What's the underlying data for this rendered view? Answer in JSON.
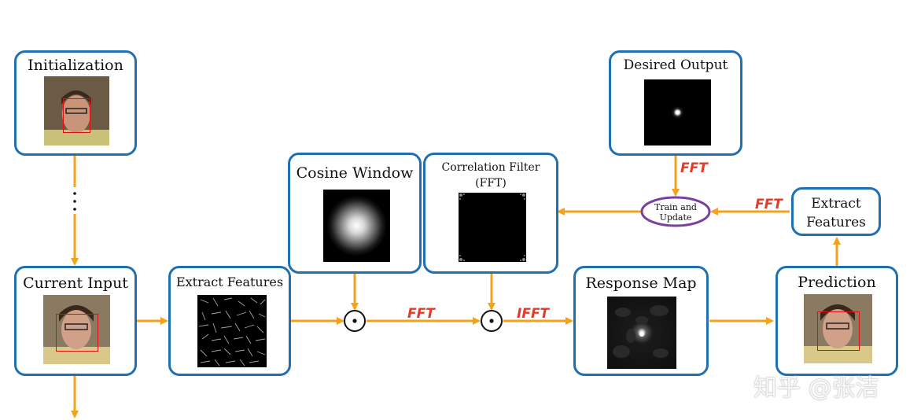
{
  "boxes": {
    "initialization": "Initialization",
    "current_input": "Current Input",
    "extract_features_left": "Extract Features",
    "cosine_window": "Cosine Window",
    "correlation_filter_line1": "Correlation Filter",
    "correlation_filter_line2": "(FFT)",
    "desired_output": "Desired Output",
    "response_map": "Response Map",
    "prediction": "Prediction",
    "extract_features_right_line1": "Extract",
    "extract_features_right_line2": "Features"
  },
  "operators": {
    "train_update_line1": "Train and",
    "train_update_line2": "Update",
    "multiply_symbol": "⊙"
  },
  "edge_labels": {
    "fft_after_cosine": "FFT",
    "ifft_after_filter": "IFFT",
    "fft_from_desired": "FFT",
    "fft_from_extract": "FFT"
  },
  "watermark": "知乎 @张洁",
  "colors": {
    "box_border": "#1f6fb2",
    "arrow": "#f5a21b",
    "fft_text": "#e23b2a",
    "train_ellipse": "#7b3fa0"
  }
}
